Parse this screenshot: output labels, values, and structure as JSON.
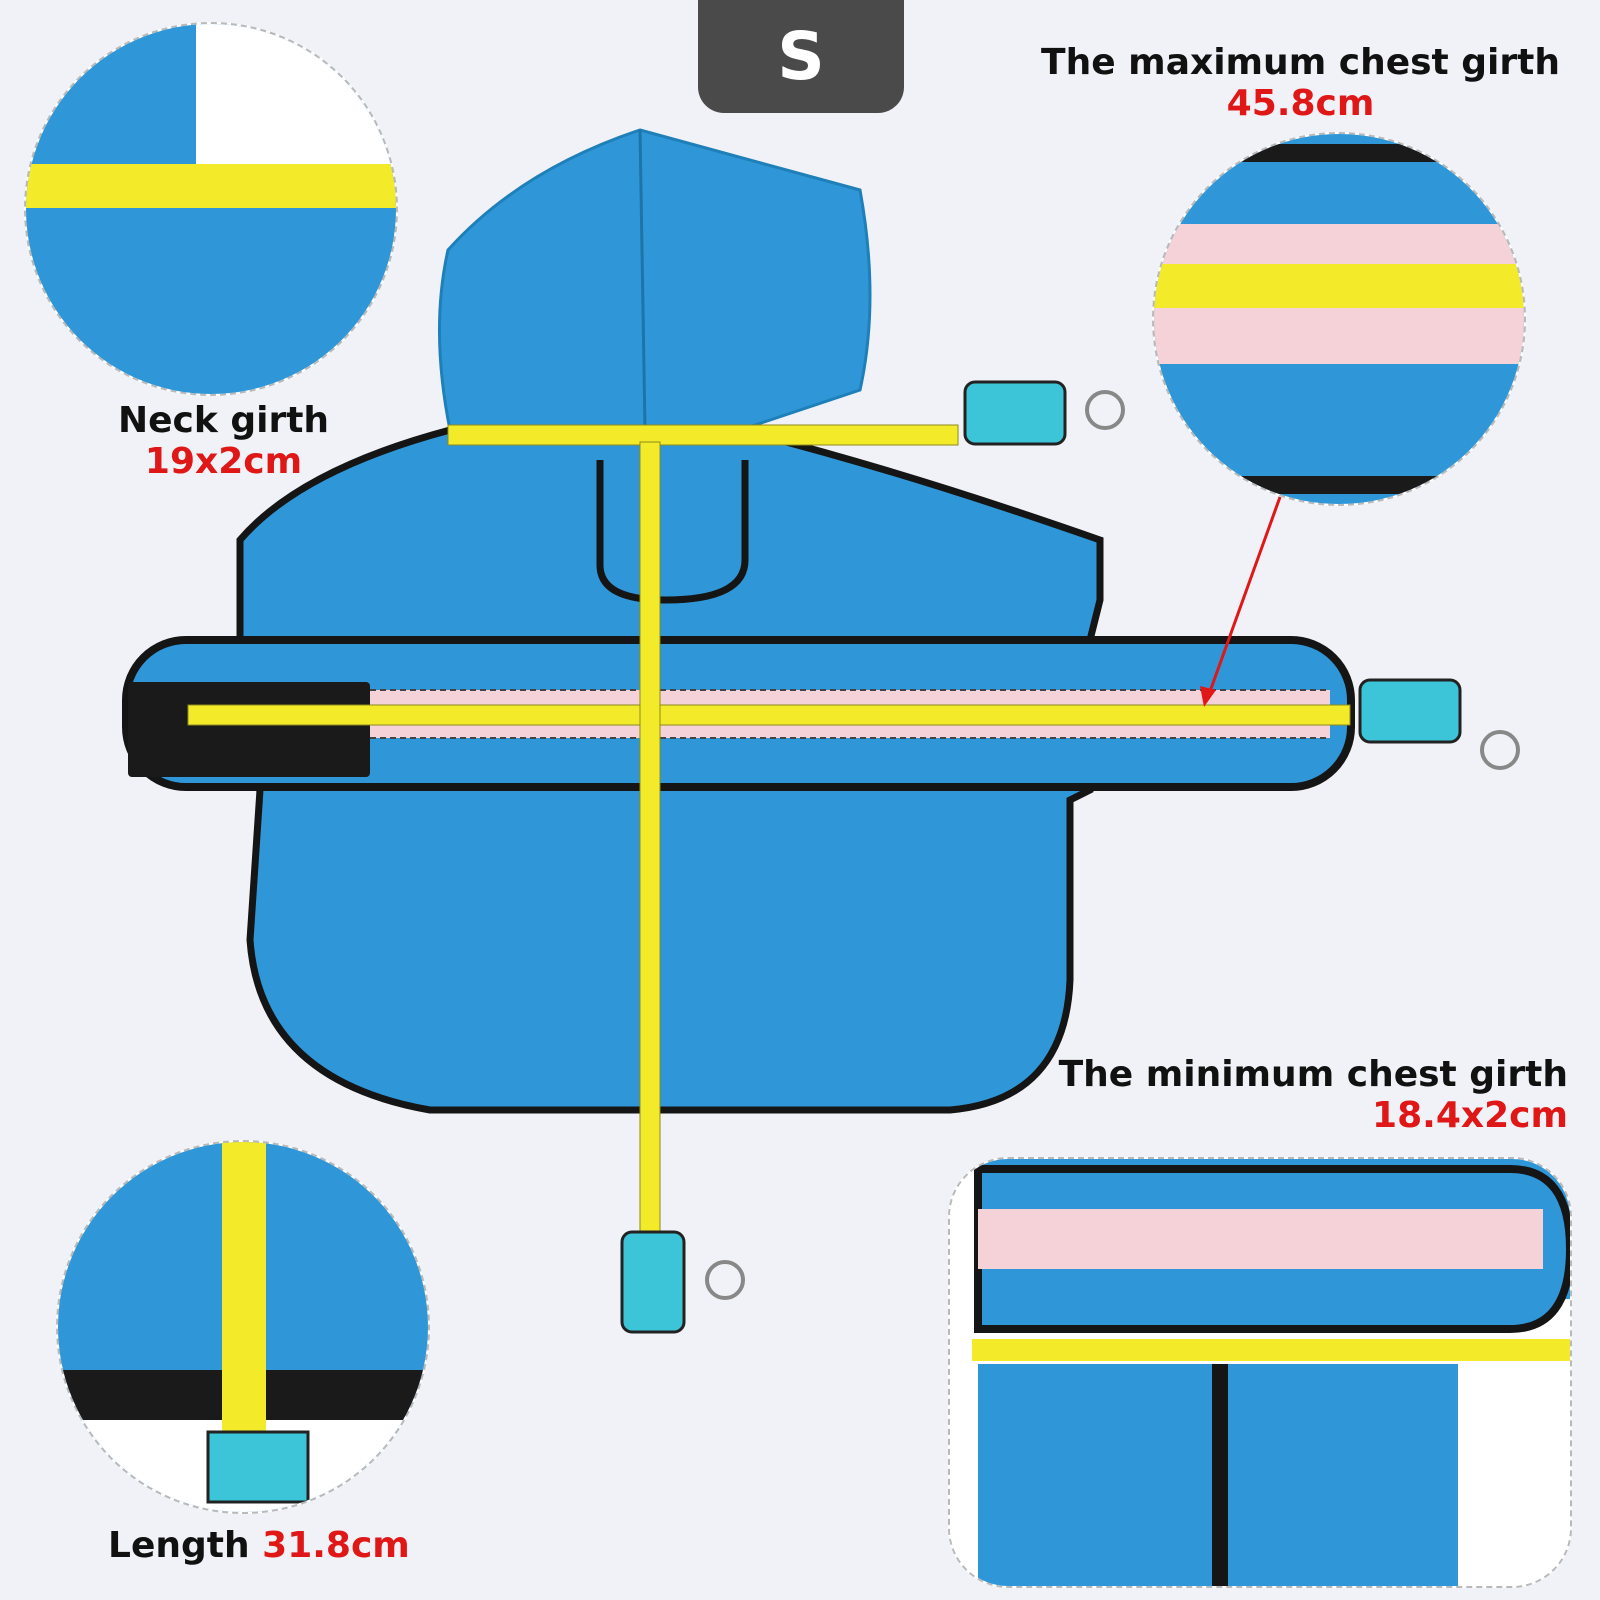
{
  "size_badge": "S",
  "max_chest": {
    "title": "The maximum chest girth",
    "value": "45.8cm"
  },
  "neck": {
    "title": "Neck girth",
    "value": "19x2cm"
  },
  "min_chest": {
    "title": "The minimum chest girth",
    "value": "18.4x2cm"
  },
  "length": {
    "title": "Length",
    "value": "31.8cm"
  },
  "colors": {
    "fabric": "#2f97d8",
    "trim": "#151515",
    "tape": "#f3ea2a",
    "accent": "#e01717",
    "reflective": "#f4d2d8"
  }
}
